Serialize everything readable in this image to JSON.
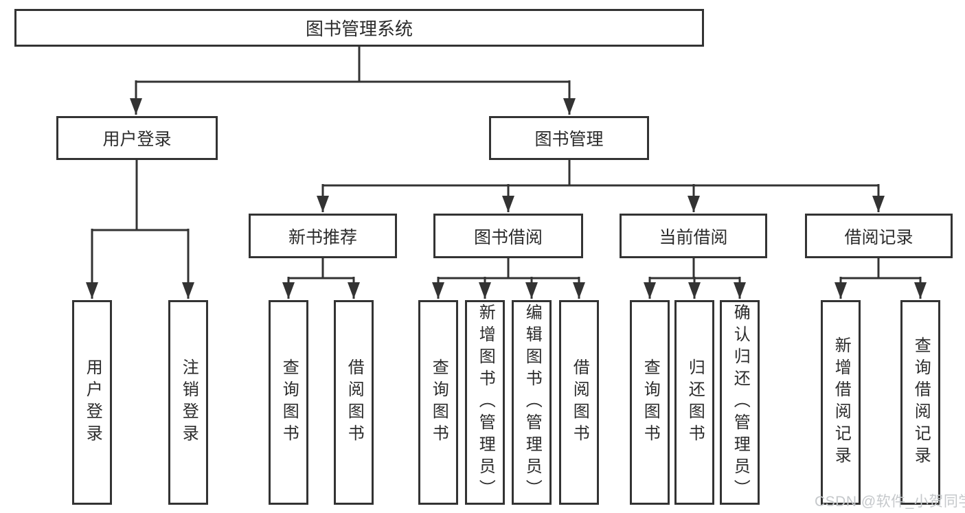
{
  "diagram": {
    "root": {
      "label": "图书管理系统"
    },
    "user_login": {
      "label": "用户登录",
      "children": [
        "用户登录",
        "注销登录"
      ]
    },
    "book_management": {
      "label": "图书管理"
    },
    "modules": [
      {
        "label": "新书推荐",
        "children": [
          "查询图书",
          "借阅图书"
        ]
      },
      {
        "label": "图书借阅",
        "children": [
          "查询图书",
          "新增图书（管理员）",
          "编辑图书（管理员）",
          "借阅图书"
        ]
      },
      {
        "label": "当前借阅",
        "children": [
          "查询图书",
          "归还图书",
          "确认归还（管理员）"
        ]
      },
      {
        "label": "借阅记录",
        "children": [
          "新增借阅记录",
          "查询借阅记录"
        ]
      }
    ]
  },
  "watermark": "CSDN @软件_小贺同学",
  "colors": {
    "background": "#ffffff",
    "box_fill": "#ffffff",
    "box_border": "#333333",
    "connector_line": "#333333",
    "text": "#2b2b2b",
    "watermark": "#c5c8cb"
  }
}
